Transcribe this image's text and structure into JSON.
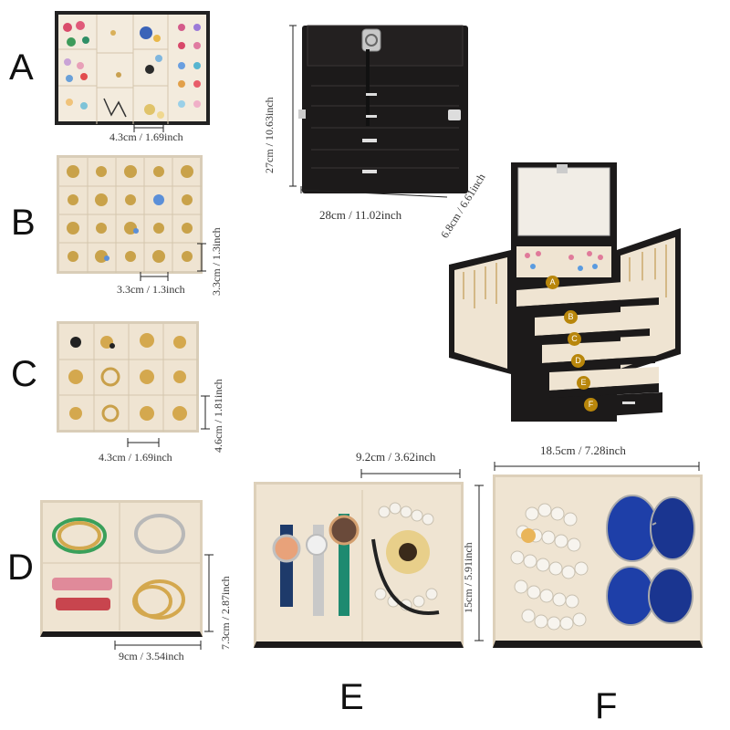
{
  "labels": {
    "a": "A",
    "b": "B",
    "c": "C",
    "d": "D",
    "e": "E",
    "f": "F"
  },
  "dimensions": {
    "a_width": "4.3cm / 1.69inch",
    "b_width": "3.3cm / 1.3inch",
    "b_height": "3.3cm / 1.3inch",
    "c_width": "4.3cm / 1.69inch",
    "c_height": "4.6cm / 1.81inch",
    "d_width": "9cm / 3.54inch",
    "d_height": "7.3cm / 2.87inch",
    "e_width": "9.2cm / 3.62inch",
    "e_height": "15cm / 5.91inch",
    "f_width": "18.5cm / 7.28inch",
    "box_height": "27cm / 10.63inch",
    "box_width": "28cm / 11.02inch",
    "box_depth": "6.8cm / 6.61inch"
  },
  "drawer_markers": [
    "A",
    "B",
    "C",
    "D",
    "E",
    "F"
  ],
  "colors": {
    "leather": "#1c1a1a",
    "lining": "#efe4d2",
    "marker": "#b8860b"
  }
}
